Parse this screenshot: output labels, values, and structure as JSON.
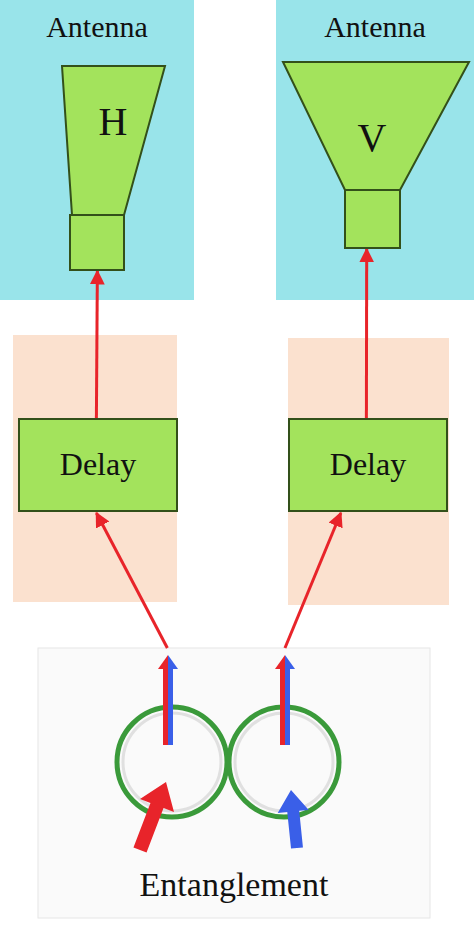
{
  "diagram": {
    "nodes": [
      {
        "text": [
          "Antenna"
        ]
      },
      {
        "text": [
          "H"
        ],
        "in": 0
      },
      {
        "text": [
          "Antenna"
        ]
      },
      {
        "text": [
          "V"
        ],
        "in": 2
      },
      {
        "text": [
          "Delay"
        ]
      },
      {
        "text": [
          "Delay"
        ]
      },
      {
        "text": [
          "Entanglement"
        ]
      }
    ],
    "edges": [
      {
        "from": 6,
        "to": 4,
        "arrow": "to"
      },
      {
        "from": 6,
        "to": 5,
        "arrow": "to"
      },
      {
        "from": 4,
        "to": 1,
        "arrow": "to"
      },
      {
        "from": 5,
        "to": 3,
        "arrow": "to"
      }
    ]
  }
}
